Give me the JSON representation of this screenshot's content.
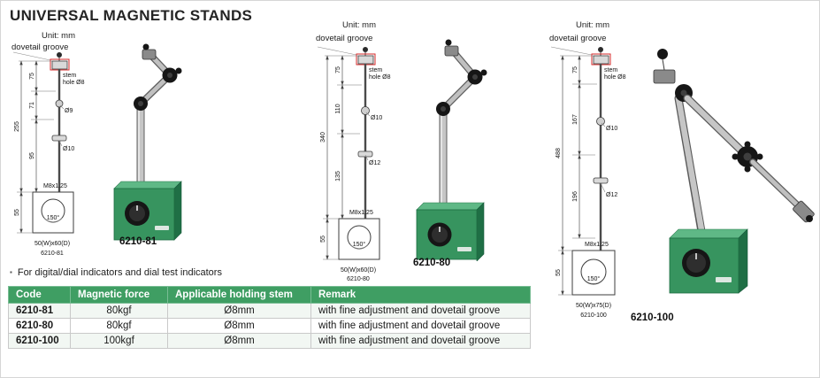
{
  "page": {
    "title": "UNIVERSAL MAGNETIC STANDS",
    "bullet_marker": "▪",
    "bullet": "For digital/dial indicators and dial test indicators"
  },
  "diagrams": [
    {
      "model": "6210-81",
      "unit": "Unit: mm",
      "dovetail_label": "dovetail groove",
      "stem_line1": "stem",
      "stem_line2": "hole Ø8",
      "dim_top": "75",
      "dim_upper": "71",
      "dim_lower": "95",
      "dim_total": "255",
      "dim_base": "55",
      "dia_upper": "Ø9",
      "dia_lower": "Ø10",
      "thread": "M8x1.25",
      "angle": "150°",
      "base_size": "50(W)x60(D)"
    },
    {
      "model": "6210-80",
      "unit": "Unit: mm",
      "dovetail_label": "dovetail groove",
      "stem_line1": "stem",
      "stem_line2": "hole Ø8",
      "dim_top": "75",
      "dim_upper": "110",
      "dim_lower": "135",
      "dim_total": "340",
      "dim_base": "55",
      "dia_upper": "Ø10",
      "dia_lower": "Ø12",
      "thread": "M8x1.25",
      "angle": "150°",
      "base_size": "50(W)x60(D)"
    },
    {
      "model": "6210-100",
      "unit": "Unit: mm",
      "dovetail_label": "dovetail groove",
      "stem_line1": "stem",
      "stem_line2": "hole Ø8",
      "dim_top": "75",
      "dim_upper": "167",
      "dim_lower": "196",
      "dim_total": "488",
      "dim_base": "55",
      "dia_upper": "Ø10",
      "dia_lower": "Ø12",
      "thread": "M8x1.25",
      "angle": "150°",
      "base_size": "50(W)x75(D)"
    }
  ],
  "table": {
    "headers": [
      "Code",
      "Magnetic force",
      "Applicable holding stem",
      "Remark"
    ],
    "rows": [
      {
        "code": "6210-81",
        "force": "80kgf",
        "stem": "Ø8mm",
        "remark": "with fine adjustment and dovetail groove"
      },
      {
        "code": "6210-80",
        "force": "80kgf",
        "stem": "Ø8mm",
        "remark": "with fine adjustment and dovetail groove"
      },
      {
        "code": "6210-100",
        "force": "100kgf",
        "stem": "Ø8mm",
        "remark": "with fine adjustment and dovetail groove"
      }
    ]
  },
  "colors": {
    "table_header_bg": "#3f9e63",
    "magnetic_base_green": "#37945f",
    "dovetail_highlight_red": "#d42a2a"
  }
}
